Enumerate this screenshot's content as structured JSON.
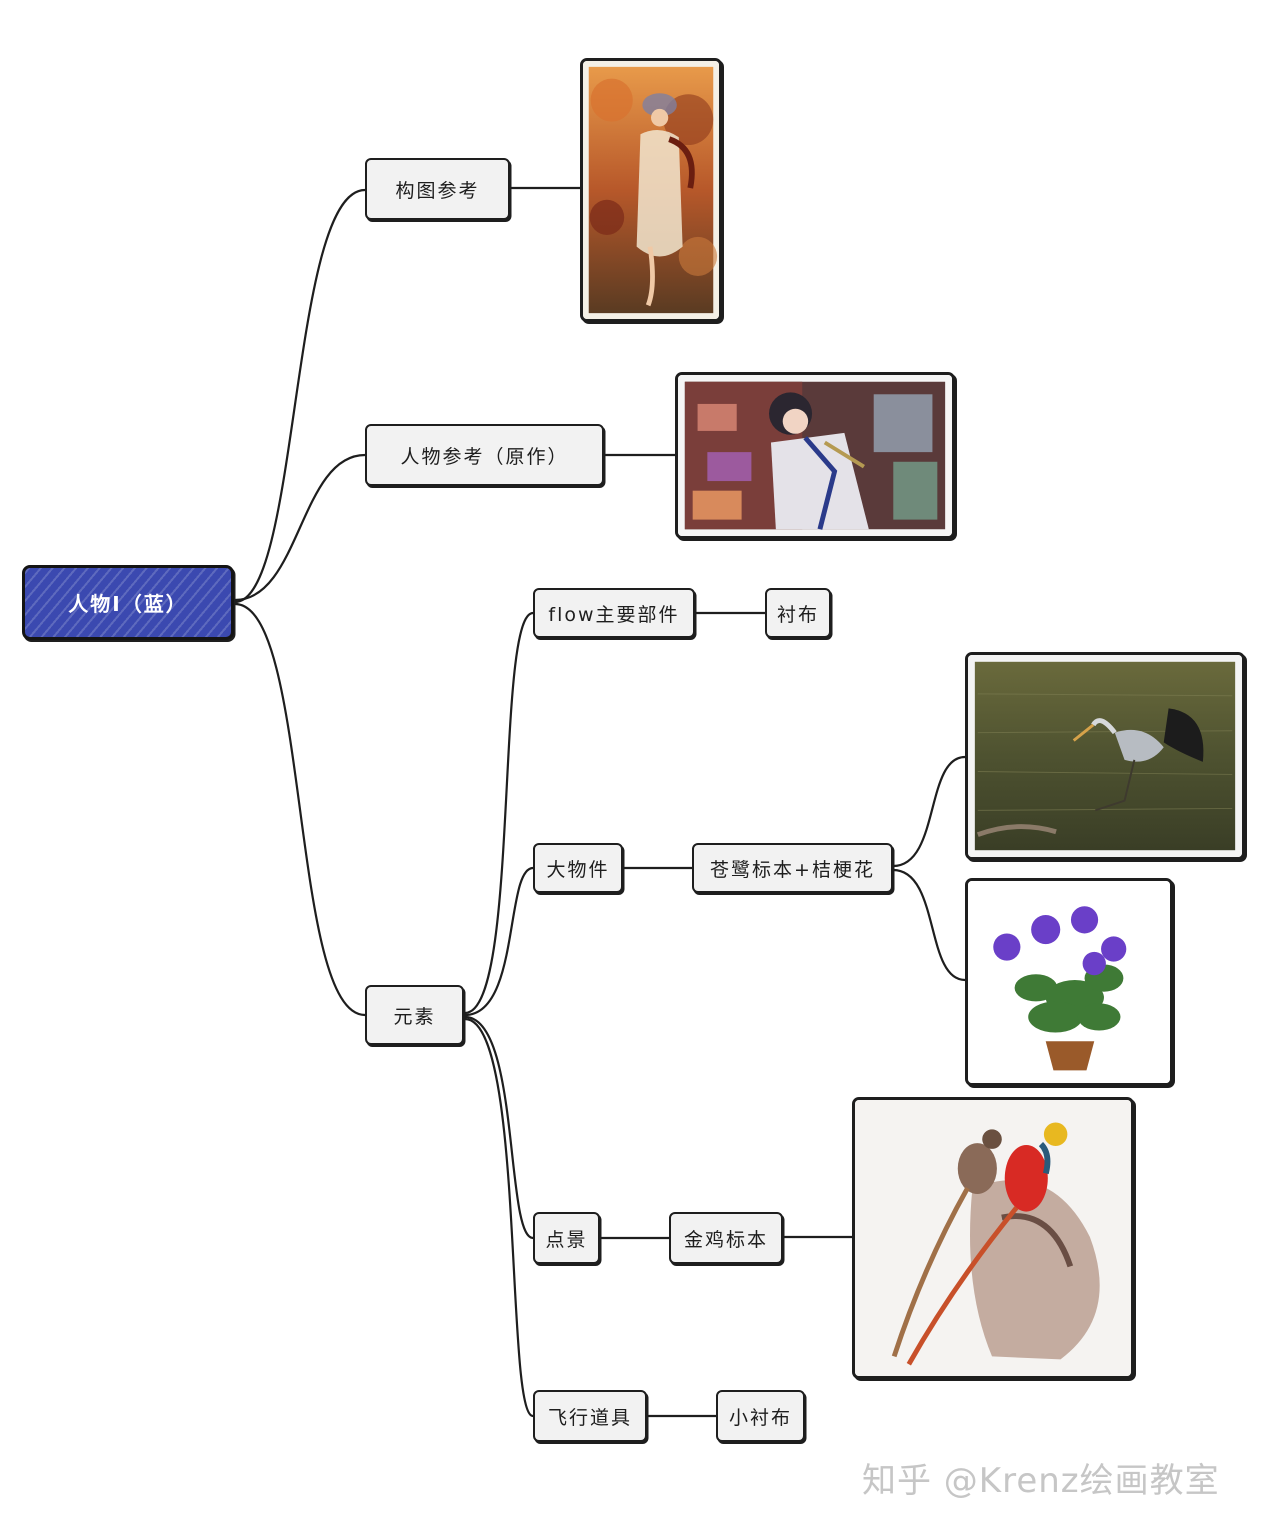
{
  "mindmap": {
    "root": "人物I（蓝）",
    "branches": {
      "composition": "构图参考",
      "character": "人物参考（原作）",
      "elements": "元素"
    },
    "elements_children": {
      "flow": "flow主要部件",
      "big_items": "大物件",
      "scenery": "点景",
      "flying_props": "飞行道具"
    },
    "leaves": {
      "cloth": "衬布",
      "heron_bellflower": "苍鹭标本+桔梗花",
      "golden_pheasant": "金鸡标本",
      "small_cloth": "小衬布"
    }
  },
  "watermark": "知乎 @Krenz绘画教室",
  "colors": {
    "root_fill": "#3b49b0",
    "node_fill": "#f2f2f2",
    "stroke": "#1e1e1e"
  }
}
